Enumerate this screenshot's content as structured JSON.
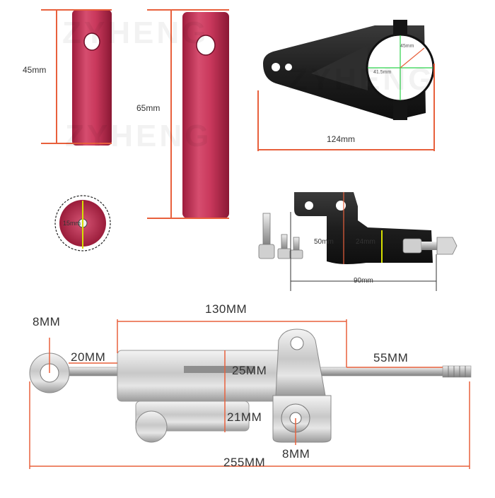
{
  "watermark": "ZYHENG",
  "accent_color": "#e8603c",
  "short_tube_height": "45mm",
  "long_tube_height": "65mm",
  "bore_diameter": "15mm",
  "clamp": {
    "width": "124mm",
    "inner_1": "41.5mm",
    "inner_2": "45mm"
  },
  "bracket": {
    "width": "90mm",
    "height": "50mm",
    "slot": "24mm"
  },
  "damper": {
    "stroke": "130MM",
    "end_eye": "8MM",
    "body_offset": "20MM",
    "rod_length": "55MM",
    "body_diameter": "25MM",
    "mount_offset": "21MM",
    "mount_eye": "8MM",
    "total_length": "255MM"
  }
}
